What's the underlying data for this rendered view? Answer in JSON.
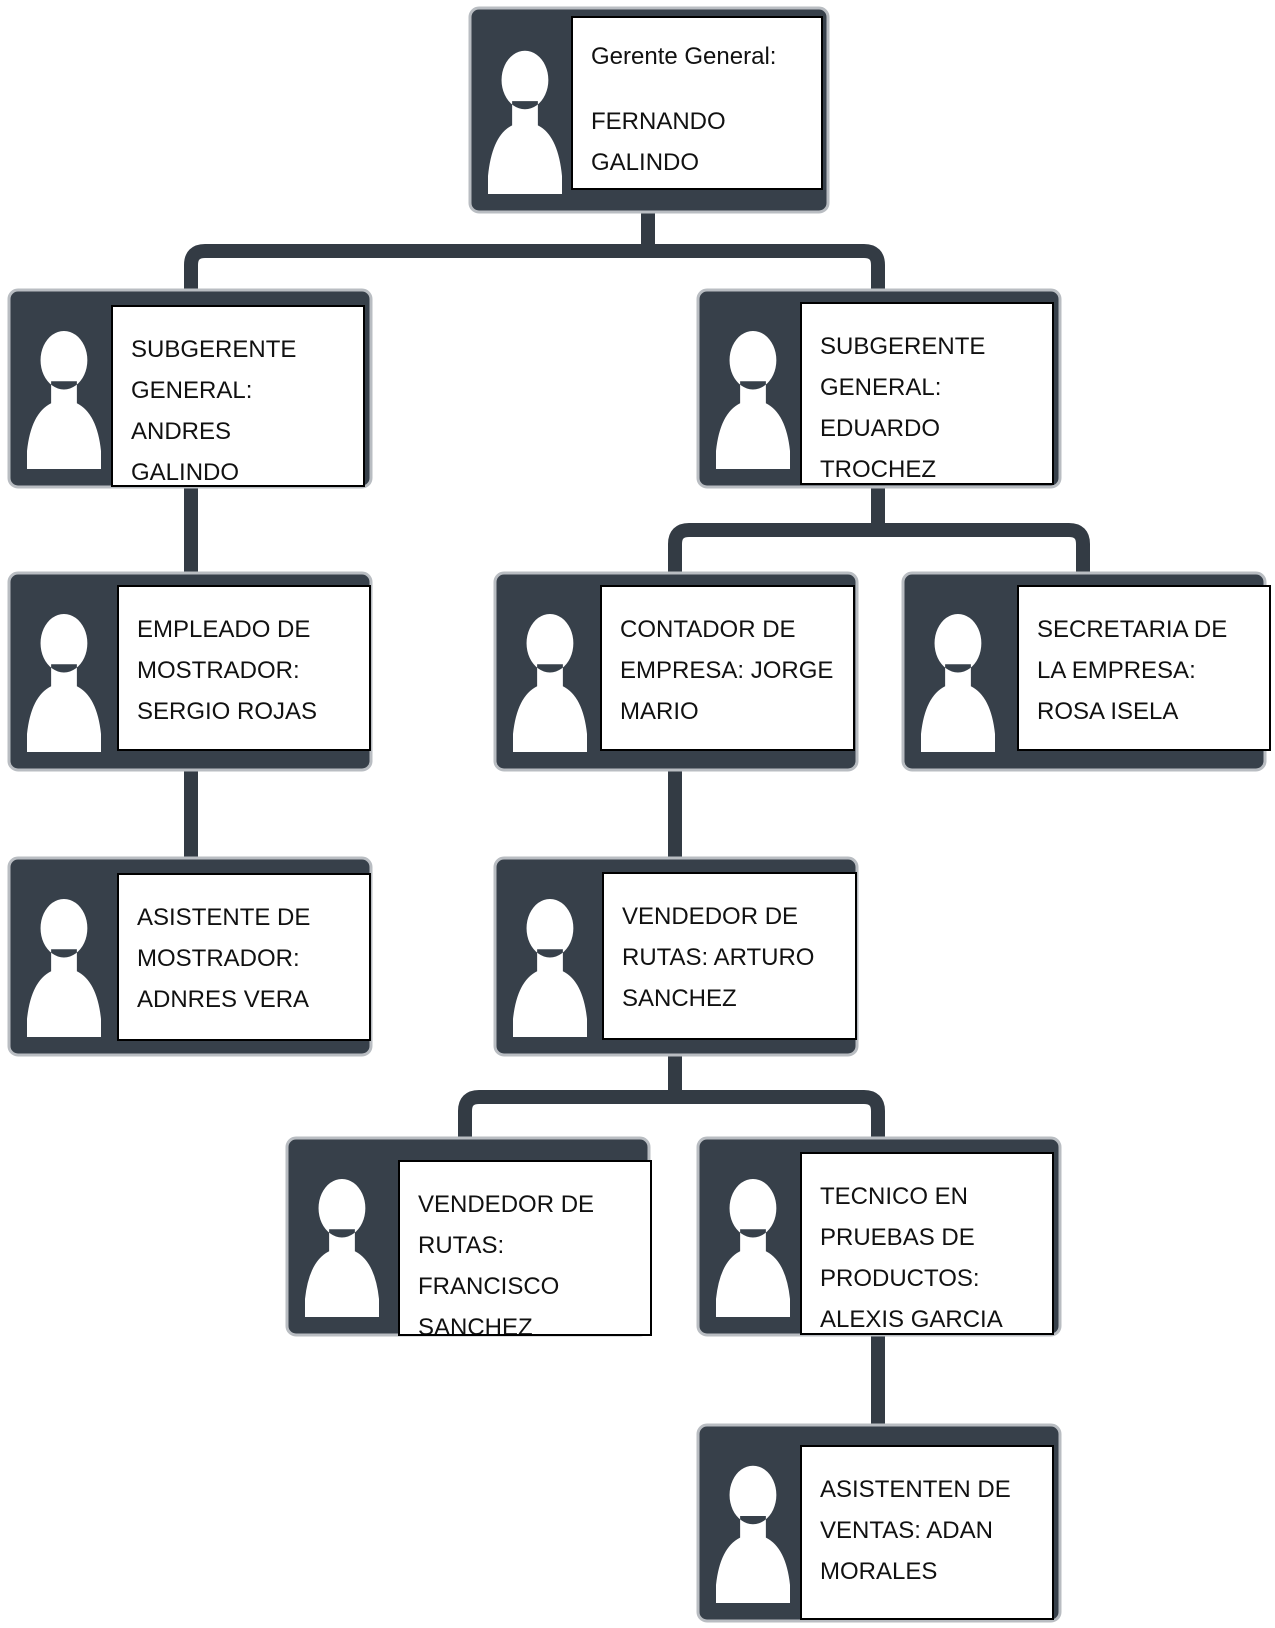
{
  "org_chart": {
    "nodes": [
      {
        "id": "gerente-general",
        "lines": [
          "Gerente General:",
          "FERNANDO",
          "GALINDO"
        ]
      },
      {
        "id": "subgerente-andres",
        "lines": [
          "SUBGERENTE",
          "GENERAL:",
          "ANDRES",
          "GALINDO"
        ]
      },
      {
        "id": "subgerente-eduardo",
        "lines": [
          "SUBGERENTE",
          "GENERAL:",
          "EDUARDO",
          "TROCHEZ"
        ]
      },
      {
        "id": "empleado-sergio",
        "lines": [
          "EMPLEADO DE",
          "MOSTRADOR:",
          "SERGIO ROJAS"
        ]
      },
      {
        "id": "contador-jorge",
        "lines": [
          "CONTADOR DE",
          "EMPRESA: JORGE",
          "MARIO"
        ]
      },
      {
        "id": "secretaria-rosa",
        "lines": [
          "SECRETARIA  DE",
          "LA EMPRESA:",
          "ROSA ISELA"
        ]
      },
      {
        "id": "asistente-andres",
        "lines": [
          "ASISTENTE DE",
          "MOSTRADOR:",
          "ADNRES VERA"
        ]
      },
      {
        "id": "vendedor-arturo",
        "lines": [
          "VENDEDOR DE",
          "RUTAS: ARTURO",
          "SANCHEZ"
        ]
      },
      {
        "id": "vendedor-francisco",
        "lines": [
          "VENDEDOR DE",
          "RUTAS:",
          "FRANCISCO",
          "SANCHEZ"
        ]
      },
      {
        "id": "tecnico-alexis",
        "lines": [
          "TECNICO EN",
          "PRUEBAS DE",
          "PRODUCTOS:",
          "ALEXIS GARCIA"
        ]
      },
      {
        "id": "asistente-adan",
        "lines": [
          "ASISTENTEN DE",
          "VENTAS: ADAN",
          "MORALES"
        ]
      }
    ],
    "edges": [
      [
        "gerente-general",
        "subgerente-andres"
      ],
      [
        "gerente-general",
        "subgerente-eduardo"
      ],
      [
        "subgerente-andres",
        "empleado-sergio"
      ],
      [
        "empleado-sergio",
        "asistente-andres"
      ],
      [
        "subgerente-eduardo",
        "contador-jorge"
      ],
      [
        "subgerente-eduardo",
        "secretaria-rosa"
      ],
      [
        "contador-jorge",
        "vendedor-arturo"
      ],
      [
        "vendedor-arturo",
        "vendedor-francisco"
      ],
      [
        "vendedor-arturo",
        "tecnico-alexis"
      ],
      [
        "tecnico-alexis",
        "asistente-adan"
      ]
    ],
    "colors": {
      "card": "#37404a",
      "connector": "#333b44",
      "avatar": "#ffffff",
      "label_border": "#000000"
    },
    "icon": "person-silhouette-icon"
  }
}
